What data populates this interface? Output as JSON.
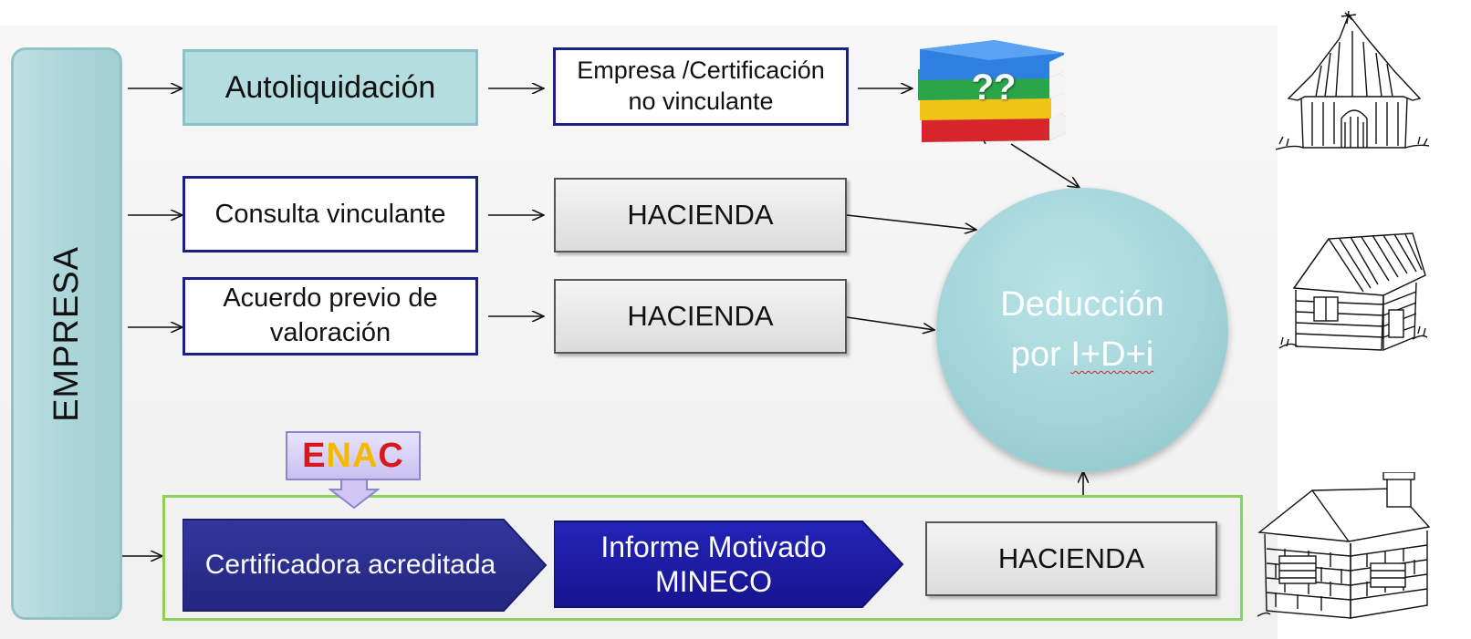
{
  "empresa": "EMPRESA",
  "row1": {
    "autoliquidacion": "Autoliquidación",
    "empresa_cert_line1": "Empresa /Certificación",
    "empresa_cert_line2": "no vinculante",
    "books_label": "??"
  },
  "row2": {
    "consulta": "Consulta vinculante",
    "hacienda": "HACIENDA"
  },
  "row3": {
    "acuerdo_line1": "Acuerdo previo de",
    "acuerdo_line2": "valoración",
    "hacienda": "HACIENDA"
  },
  "deduccion": {
    "line1": "Deducción",
    "line2_prefix": "por ",
    "line2_idi": "I+D+i"
  },
  "enac": {
    "e": "E",
    "n": "N",
    "a": "A",
    "c": "C",
    "colors": {
      "e": "#d7181d",
      "n": "#f5b800",
      "a": "#f5b800",
      "c": "#d7181d"
    }
  },
  "row4": {
    "certificadora": "Certificadora acreditada",
    "informe_line1": "Informe Motivado",
    "informe_line2": "MINECO",
    "hacienda": "HACIENDA"
  },
  "icons": [
    "straw-hut-icon",
    "wooden-cabin-icon",
    "brick-house-icon",
    "books-icon"
  ],
  "colors": {
    "navy": "#1c1f8a",
    "teal": "#b4dde0",
    "green": "#8cd15a",
    "chevron_dark": "#2a2d94",
    "chevron_bright": "#1f1fb0"
  }
}
